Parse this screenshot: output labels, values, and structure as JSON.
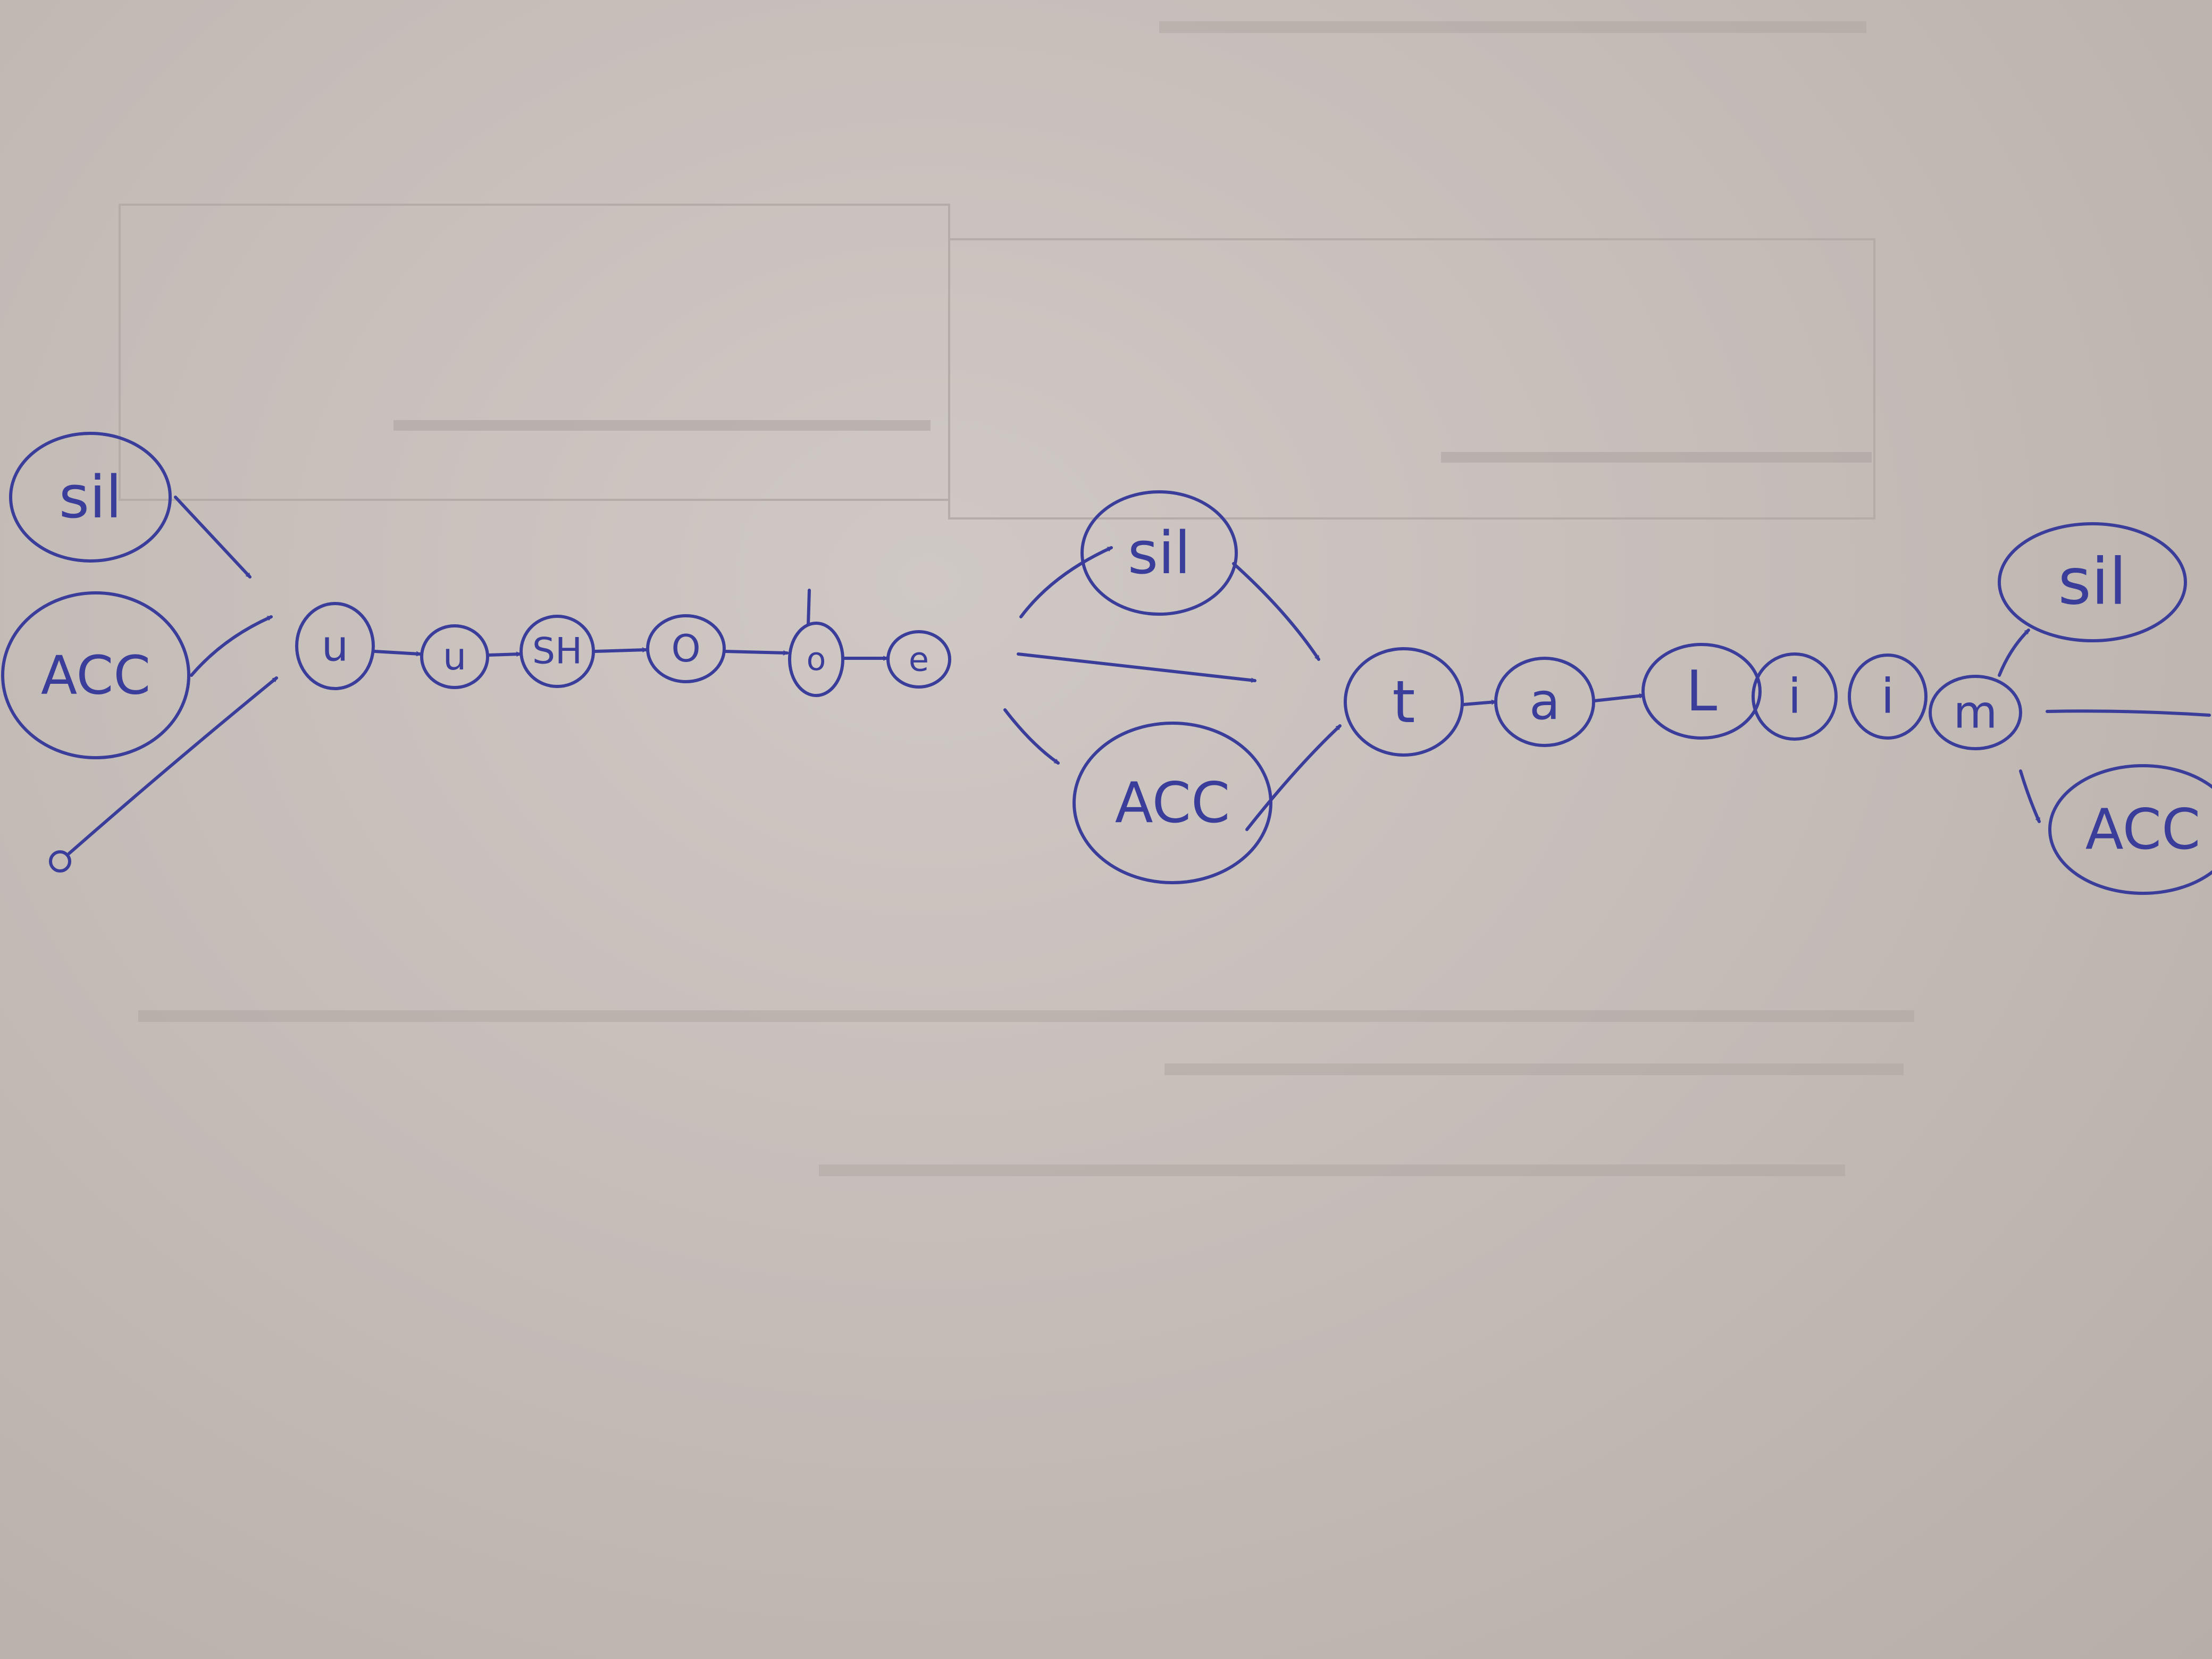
{
  "nodes": {
    "sil_start": "sil",
    "acc_start": "ACC",
    "u1": "u",
    "u2": "u",
    "sh": "SH",
    "o1": "O",
    "o2": "o",
    "e": "e",
    "sil_mid": "sil",
    "acc_mid": "ACC",
    "t": "t",
    "a": "a",
    "l": "L",
    "i1": "i",
    "i2": "i",
    "m": "m",
    "sil_end": "sil",
    "acc_end": "ACC"
  },
  "ink_color": "#3a3d9a",
  "paper_color": "#cfc8c4"
}
